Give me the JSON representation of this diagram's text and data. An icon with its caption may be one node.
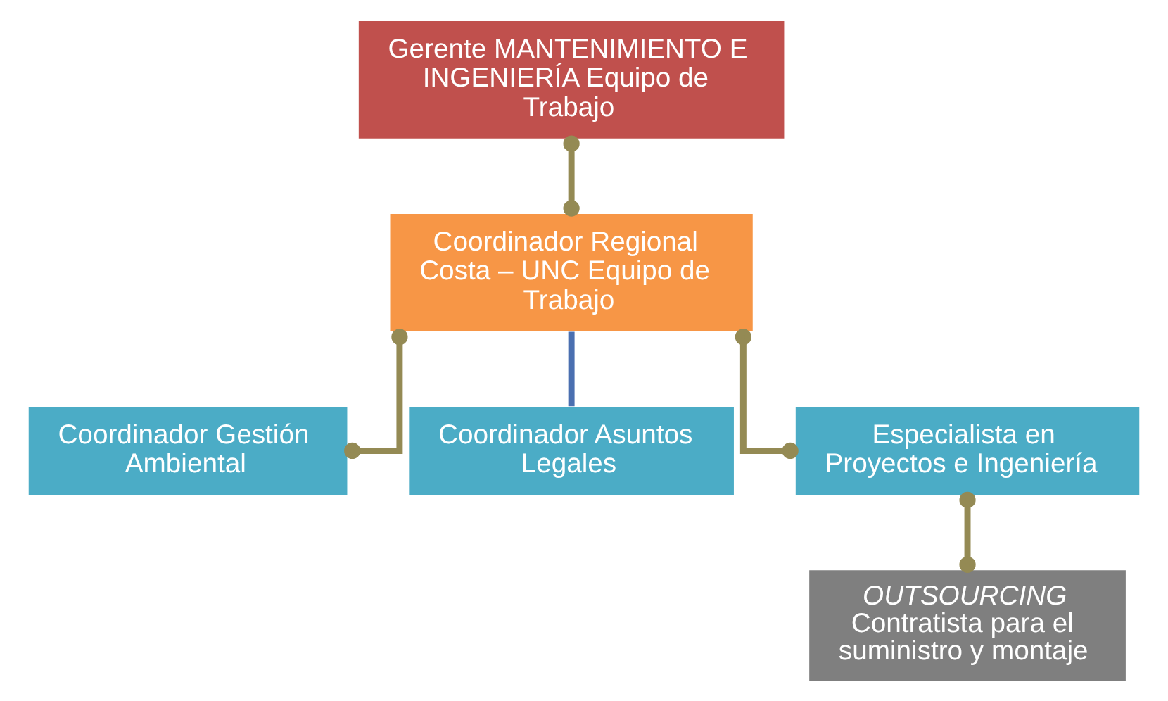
{
  "diagram": {
    "nodes": [
      {
        "text": [
          "Gerente MANTENIMIENTO E INGENIERÍA Equipo de Trabajo"
        ]
      },
      {
        "text": [
          "Coordinador Regional Costa – UNC Equipo de Trabajo"
        ]
      },
      {
        "text": [
          "Coordinador Gestión Ambiental"
        ]
      },
      {
        "text": [
          "Coordinador Asuntos Legales"
        ]
      },
      {
        "text": [
          "Especialista en Proyectos e Ingeniería"
        ]
      },
      {
        "text": [
          "OUTSOURCING",
          "Contratista para el suministro y montaje"
        ]
      }
    ],
    "edges": [
      {
        "from": 0,
        "to": 1,
        "arrow": "other"
      },
      {
        "from": 1,
        "to": 2,
        "arrow": "other"
      },
      {
        "from": 1,
        "to": 3,
        "arrow": "none",
        "color": "#4a6fb0"
      },
      {
        "from": 1,
        "to": 4,
        "arrow": "other"
      },
      {
        "from": 4,
        "to": 5,
        "arrow": "other"
      }
    ]
  }
}
